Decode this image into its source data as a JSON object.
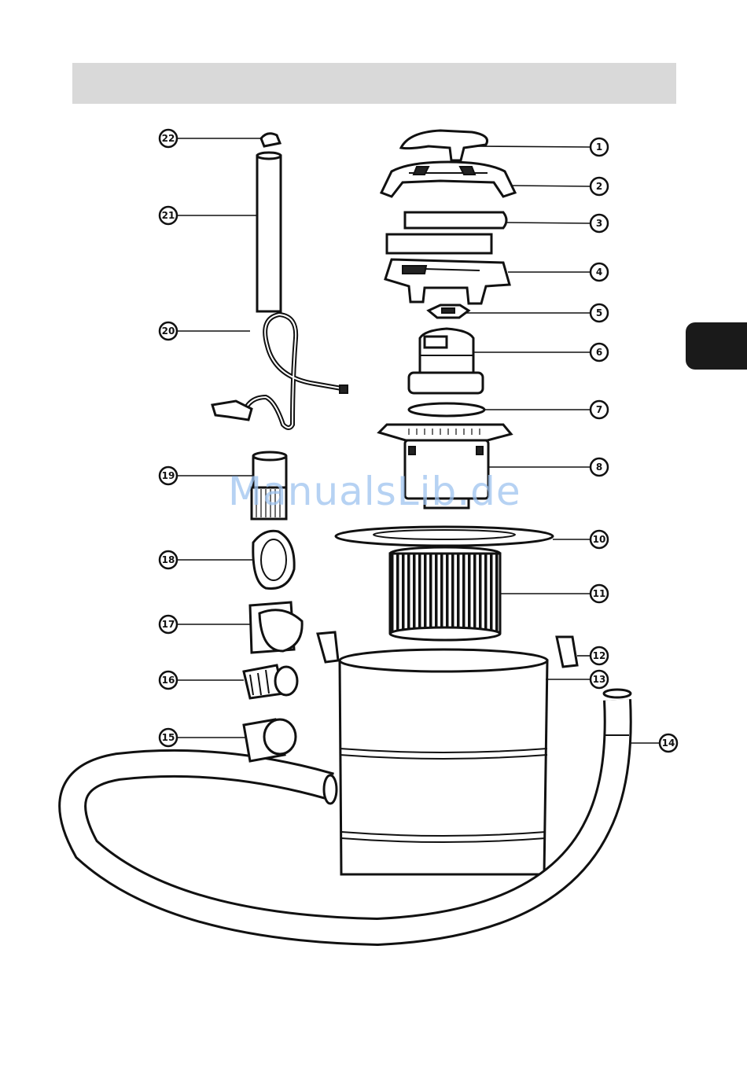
{
  "watermark": "ManualsLib.de",
  "callouts": [
    "1",
    "2",
    "3",
    "4",
    "5",
    "6",
    "7",
    "8",
    "10",
    "11",
    "12",
    "13",
    "14",
    "15",
    "16",
    "17",
    "18",
    "19",
    "20",
    "21",
    "22"
  ]
}
